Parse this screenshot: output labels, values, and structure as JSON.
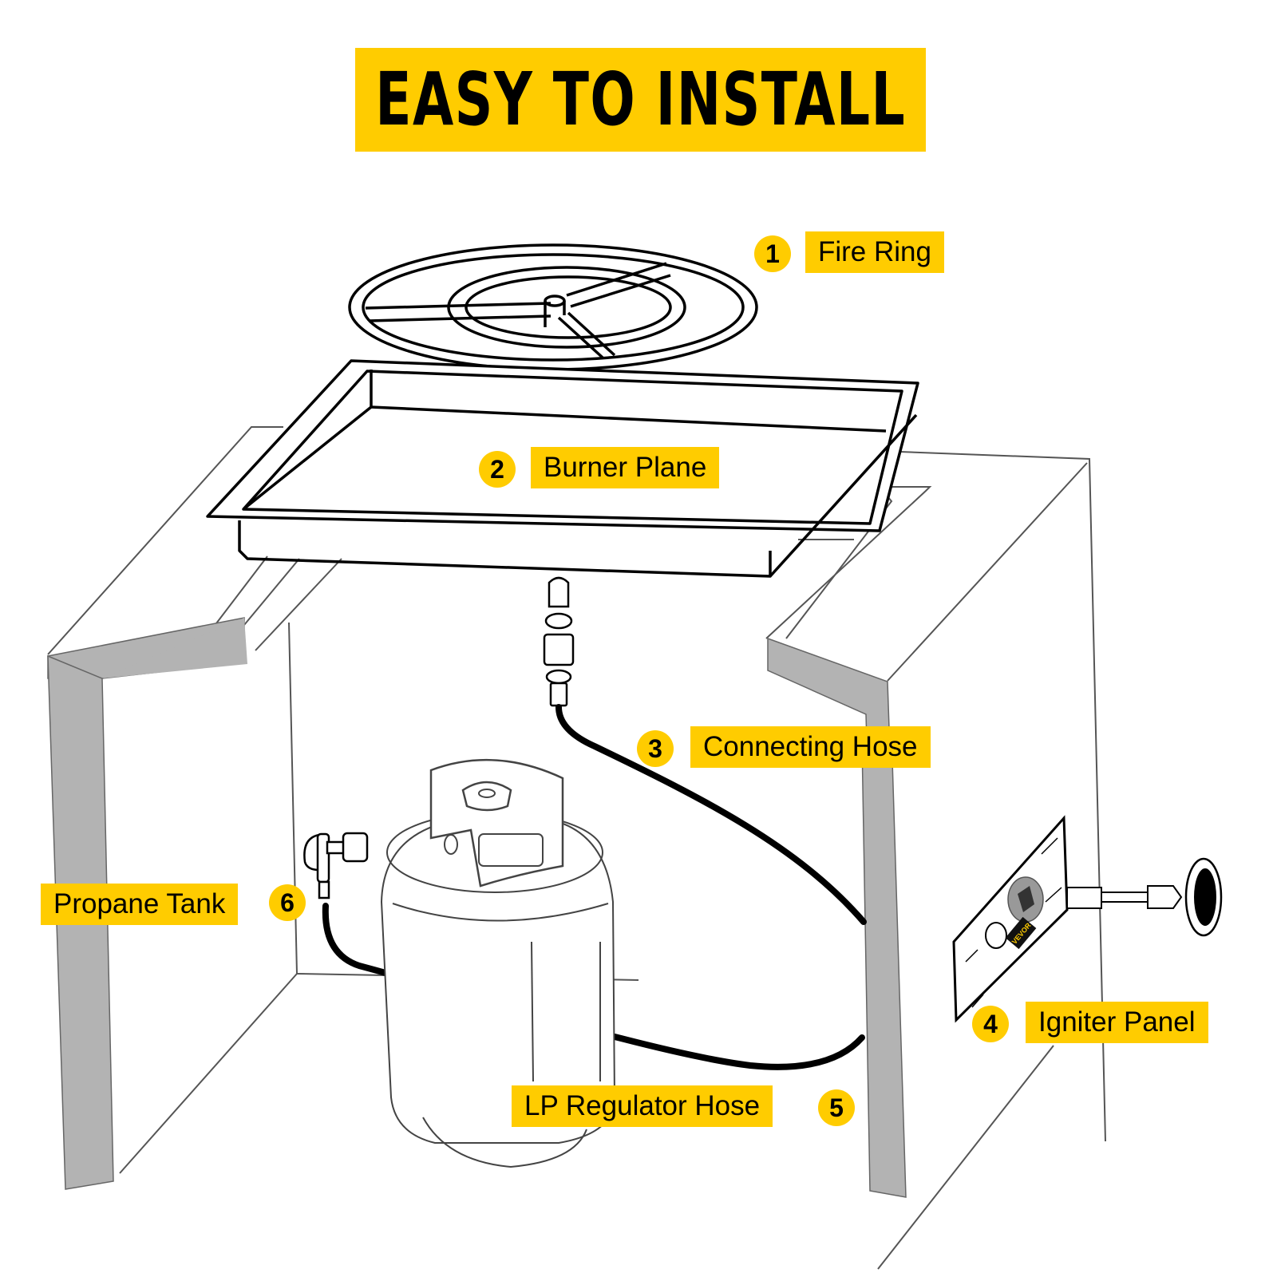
{
  "title": "EASY TO INSTALL",
  "colors": {
    "accent": "#FFCC00",
    "text": "#000000",
    "wall_shade": "#B3B3B3",
    "line": "#000000",
    "background": "#FFFFFF"
  },
  "components": [
    {
      "number": "1",
      "label": "Fire Ring"
    },
    {
      "number": "2",
      "label": "Burner Plane"
    },
    {
      "number": "3",
      "label": "Connecting Hose"
    },
    {
      "number": "4",
      "label": "Igniter Panel"
    },
    {
      "number": "5",
      "label": "LP Regulator Hose"
    },
    {
      "number": "6",
      "label": "Propane Tank"
    }
  ],
  "igniter_brand": "VEVOR"
}
